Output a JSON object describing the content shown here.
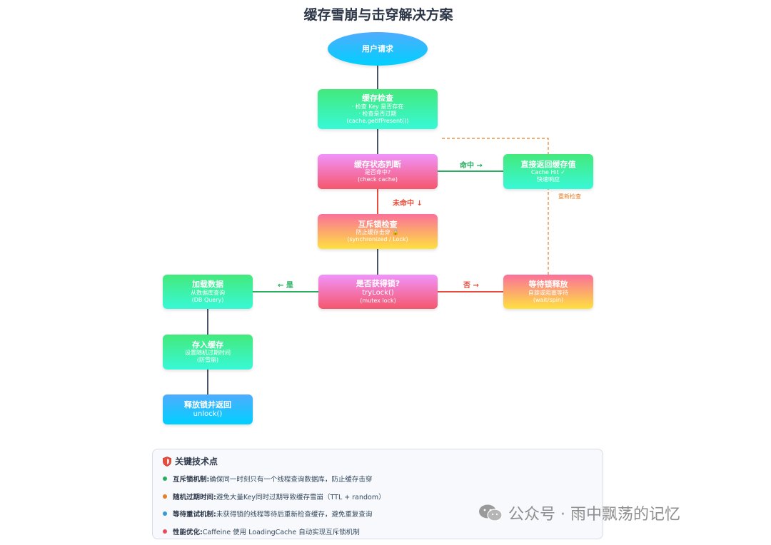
{
  "title": "缓存雪崩与击穿解决方案",
  "nodes": {
    "user_request": {
      "title": "用户请求"
    },
    "cache_check": {
      "title": "缓存检查",
      "lines": [
        "· 检查 Key 是否存在",
        "· 检查是否过期",
        "(cache.getIfPresent())"
      ]
    },
    "status_judge": {
      "title": "缓存状态判断",
      "lines": [
        "是否命中?",
        "(check cache)"
      ]
    },
    "return_cache": {
      "title": "直接返回缓存值",
      "lines": [
        "Cache Hit ✓",
        "快速响应"
      ]
    },
    "mutex_check": {
      "title": "互斥锁检查",
      "lines": [
        "防止缓存击穿 🔒",
        "(synchronized / Lock)"
      ]
    },
    "got_lock": {
      "title": "是否获得锁?",
      "lines": [
        "tryLock()",
        "(mutex lock)"
      ]
    },
    "load_data": {
      "title": "加载数据",
      "lines": [
        "从数据库查询",
        "(DB Query)"
      ]
    },
    "wait_lock": {
      "title": "等待锁释放",
      "lines": [
        "自旋或阻塞等待",
        "(wait/spin)"
      ]
    },
    "store_cache": {
      "title": "存入缓存",
      "lines": [
        "设置随机过期时间",
        "(防雪崩)"
      ]
    },
    "release_lock": {
      "title": "释放锁并返回",
      "lines": [
        "unlock()"
      ]
    }
  },
  "edges": {
    "hit": {
      "label": "命中 →",
      "color": "#27ae60"
    },
    "miss": {
      "label": "未命中 ↓",
      "color": "#e74c3c"
    },
    "yes": {
      "label": "← 是",
      "color": "#27ae60"
    },
    "no": {
      "label": "否 →",
      "color": "#e74c3c"
    },
    "recheck": {
      "label": "重新检查",
      "color": "#e67e22"
    }
  },
  "key_points": {
    "title": "关键技术点",
    "items": [
      {
        "label": "互斥锁机制:",
        "text": "确保同一时刻只有一个线程查询数据库，防止缓存击穿",
        "color": "#27ae60"
      },
      {
        "label": "随机过期时间:",
        "text": "避免大量Key同时过期导致缓存雪崩（TTL + random）",
        "color": "#e67e22"
      },
      {
        "label": "等待重试机制:",
        "text": "未获得锁的线程等待后重新检查缓存，避免重复查询",
        "color": "#3498db"
      },
      {
        "label": "性能优化:",
        "text": "Caffeine 使用 LoadingCache 自动实现互斥锁机制",
        "color": "#e74c5c"
      }
    ]
  },
  "watermark": {
    "text": "公众号 · 雨中飘荡的记忆"
  }
}
